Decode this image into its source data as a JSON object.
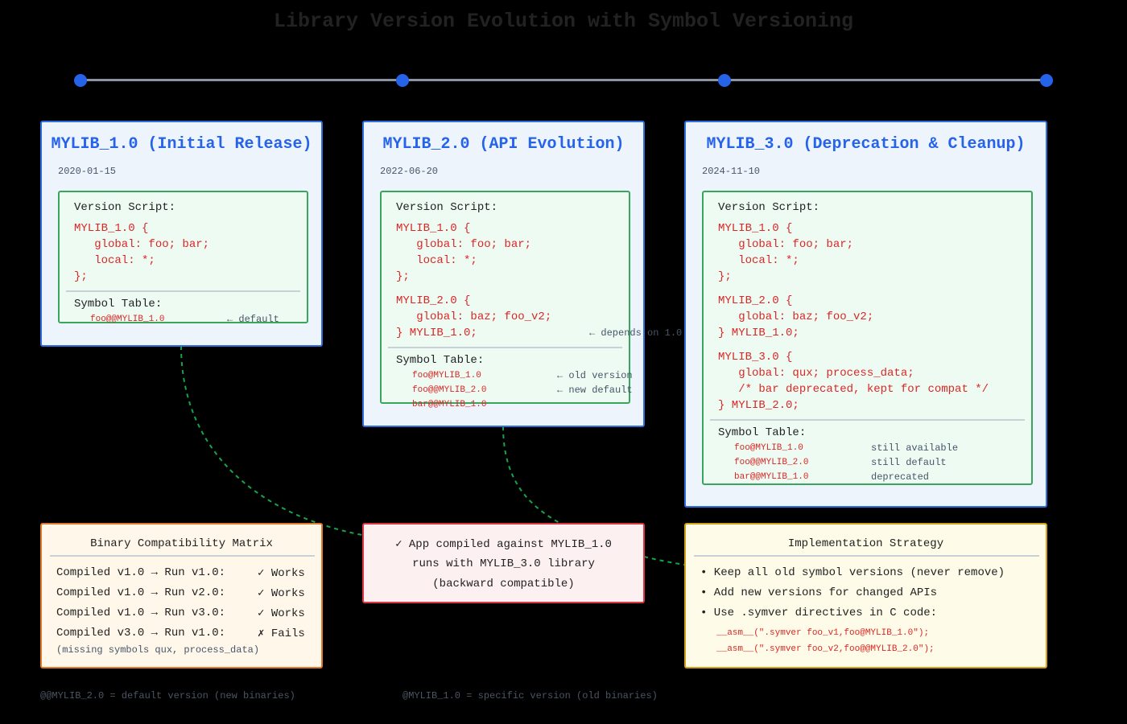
{
  "title": "Library Version Evolution with Symbol Versioning",
  "colors": {
    "accent": "#2563eb",
    "script_border": "#3aa55c",
    "red_text": "#dc2626",
    "connector": "#16a34a",
    "compat_border": "#e07a2c",
    "note_border": "#dc3545",
    "strategy_border": "#d4a017"
  },
  "versions": [
    {
      "title": "MYLIB_1.0 (Initial Release)",
      "date": "2020-01-15",
      "script_label": "Version Script:",
      "script_lines": [
        "MYLIB_1.0 {",
        "   global: foo; bar;",
        "   local: *;",
        "};"
      ],
      "symbol_label": "Symbol Table:",
      "symbols": [
        {
          "name": "foo@@MYLIB_1.0",
          "note": "← default"
        }
      ]
    },
    {
      "title": "MYLIB_2.0 (API Evolution)",
      "date": "2022-06-20",
      "script_label": "Version Script:",
      "script_lines": [
        "MYLIB_1.0 {",
        "   global: foo; bar;",
        "   local: *;",
        "};",
        "MYLIB_2.0 {",
        "   global: baz; foo_v2;",
        "} MYLIB_1.0;"
      ],
      "depends_note": "← depends on 1.0",
      "symbol_label": "Symbol Table:",
      "symbols": [
        {
          "name": "foo@MYLIB_1.0",
          "note": "← old version"
        },
        {
          "name": "foo@@MYLIB_2.0",
          "note": "← new default"
        },
        {
          "name": "bar@@MYLIB_1.0",
          "note": ""
        }
      ]
    },
    {
      "title": "MYLIB_3.0 (Deprecation & Cleanup)",
      "date": "2024-11-10",
      "script_label": "Version Script:",
      "script_lines": [
        "MYLIB_1.0 {",
        "   global: foo; bar;",
        "   local: *;",
        "};",
        "MYLIB_2.0 {",
        "   global: baz; foo_v2;",
        "} MYLIB_1.0;",
        "MYLIB_3.0 {",
        "   global: qux; process_data;",
        "   /* bar deprecated, kept for compat */",
        "} MYLIB_2.0;"
      ],
      "symbol_label": "Symbol Table:",
      "symbols": [
        {
          "name": "foo@MYLIB_1.0",
          "note": "still available"
        },
        {
          "name": "foo@@MYLIB_2.0",
          "note": "still default"
        },
        {
          "name": "bar@@MYLIB_1.0",
          "note": "deprecated"
        }
      ]
    }
  ],
  "compat": {
    "title": "Binary Compatibility Matrix",
    "rows": [
      {
        "label": "Compiled v1.0 → Run v1.0:",
        "result": "✓ Works"
      },
      {
        "label": "Compiled v1.0 → Run v2.0:",
        "result": "✓ Works"
      },
      {
        "label": "Compiled v1.0 → Run v3.0:",
        "result": "✓ Works"
      },
      {
        "label": "Compiled v3.0 → Run v1.0:",
        "result": "✗ Fails"
      }
    ],
    "footnote": "(missing symbols qux, process_data)"
  },
  "app_note": {
    "lines": [
      "✓ App compiled against MYLIB_1.0",
      "runs with MYLIB_3.0 library",
      "(backward compatible)"
    ]
  },
  "strategy": {
    "title": "Implementation Strategy",
    "bullets": [
      "• Keep all old symbol versions (never remove)",
      "• Add new versions for changed APIs",
      "• Use .symver directives in C code:"
    ],
    "code": [
      "__asm__(\".symver foo_v1,foo@MYLIB_1.0\");",
      "__asm__(\".symver foo_v2,foo@@MYLIB_2.0\");"
    ]
  },
  "legend": {
    "default": "@@MYLIB_2.0 = default version (new binaries)",
    "specific": "@MYLIB_1.0 = specific version (old binaries)"
  }
}
